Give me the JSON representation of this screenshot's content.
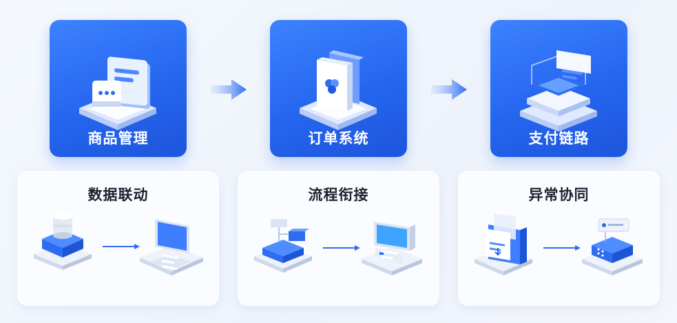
{
  "steps": [
    {
      "label": "商品管理",
      "icon": "chat-panel-icon"
    },
    {
      "label": "订单系统",
      "icon": "order-box-icon"
    },
    {
      "label": "支付链路",
      "icon": "payment-stack-icon"
    }
  ],
  "features": [
    {
      "title": "数据联动",
      "left_icon": "database-icon",
      "right_icon": "monitor-icon"
    },
    {
      "title": "流程衔接",
      "left_icon": "process-blocks-icon",
      "right_icon": "workstation-icon"
    },
    {
      "title": "异常协同",
      "left_icon": "document-download-icon",
      "right_icon": "server-node-icon"
    }
  ],
  "colors": {
    "accent": "#2566ef",
    "accent_light": "#3d82ff",
    "card_bg": "#fbfcff"
  }
}
